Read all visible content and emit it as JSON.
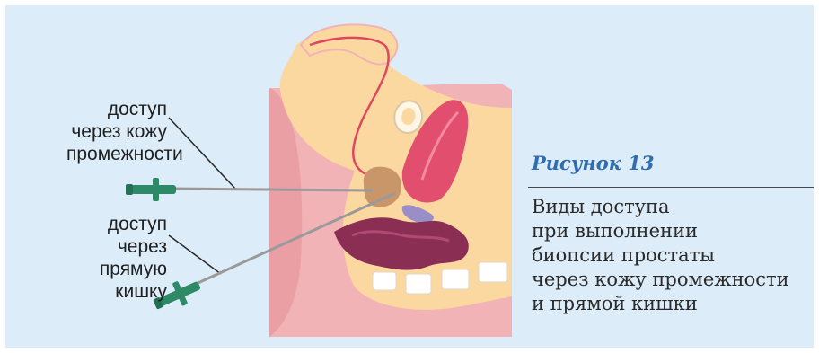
{
  "figure": {
    "title": "Рисунок 13",
    "description_lines": [
      "Виды доступа",
      "при выполнении",
      "биопсии простаты",
      "через кожу промежности",
      "и прямой кишки"
    ]
  },
  "labels": {
    "perineal": [
      "доступ",
      "через кожу",
      "промежности"
    ],
    "transrectal": [
      "доступ",
      "через прямую",
      "кишку"
    ]
  },
  "colors": {
    "background": "#dcecf8",
    "accent": "#2f6db0",
    "skin": "#f2b3b7",
    "tissue": "#fbd8a0",
    "bladder": "#e24f6e",
    "rectum": "#8b2e54",
    "needle_hub": "#2e8a66"
  }
}
